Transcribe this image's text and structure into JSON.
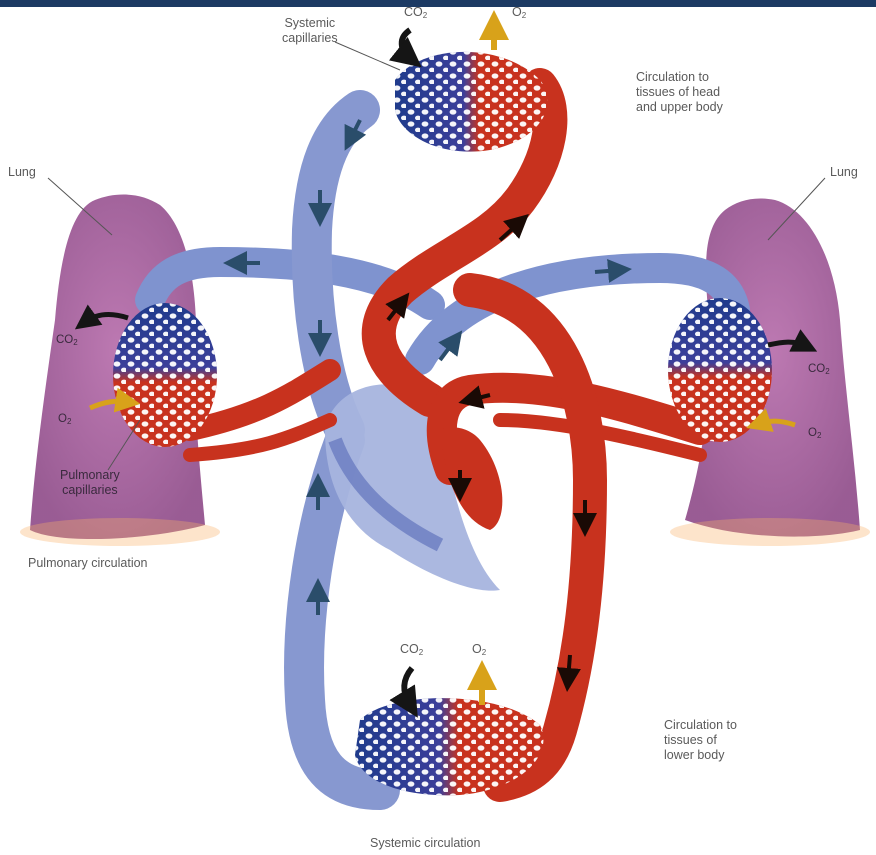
{
  "labels": {
    "systemic_capillaries_1": "Systemic",
    "systemic_capillaries_2": "capillaries",
    "co2_top": "CO",
    "o2_top": "O",
    "head_1": "Circulation to",
    "head_2": "tissues of head",
    "head_3": "and upper body",
    "lung_left": "Lung",
    "lung_right": "Lung",
    "co2_left": "CO",
    "o2_left": "O",
    "co2_right": "CO",
    "o2_right": "O",
    "pulm_cap_1": "Pulmonary",
    "pulm_cap_2": "capillaries",
    "pulmonary_circulation": "Pulmonary circulation",
    "co2_bottom": "CO",
    "o2_bottom": "O",
    "lower_1": "Circulation to",
    "lower_2": "tissues of",
    "lower_3": "lower body",
    "systemic_circulation": "Systemic circulation",
    "subscript_2": "2"
  },
  "colors": {
    "oxygen_poor": "#7f93cf",
    "oxygen_poor_dark": "#1d3680",
    "oxygen_rich": "#c8321e",
    "lung": "#a55a9e",
    "co2_arrow": "#151515",
    "o2_arrow": "#d8a21a"
  }
}
